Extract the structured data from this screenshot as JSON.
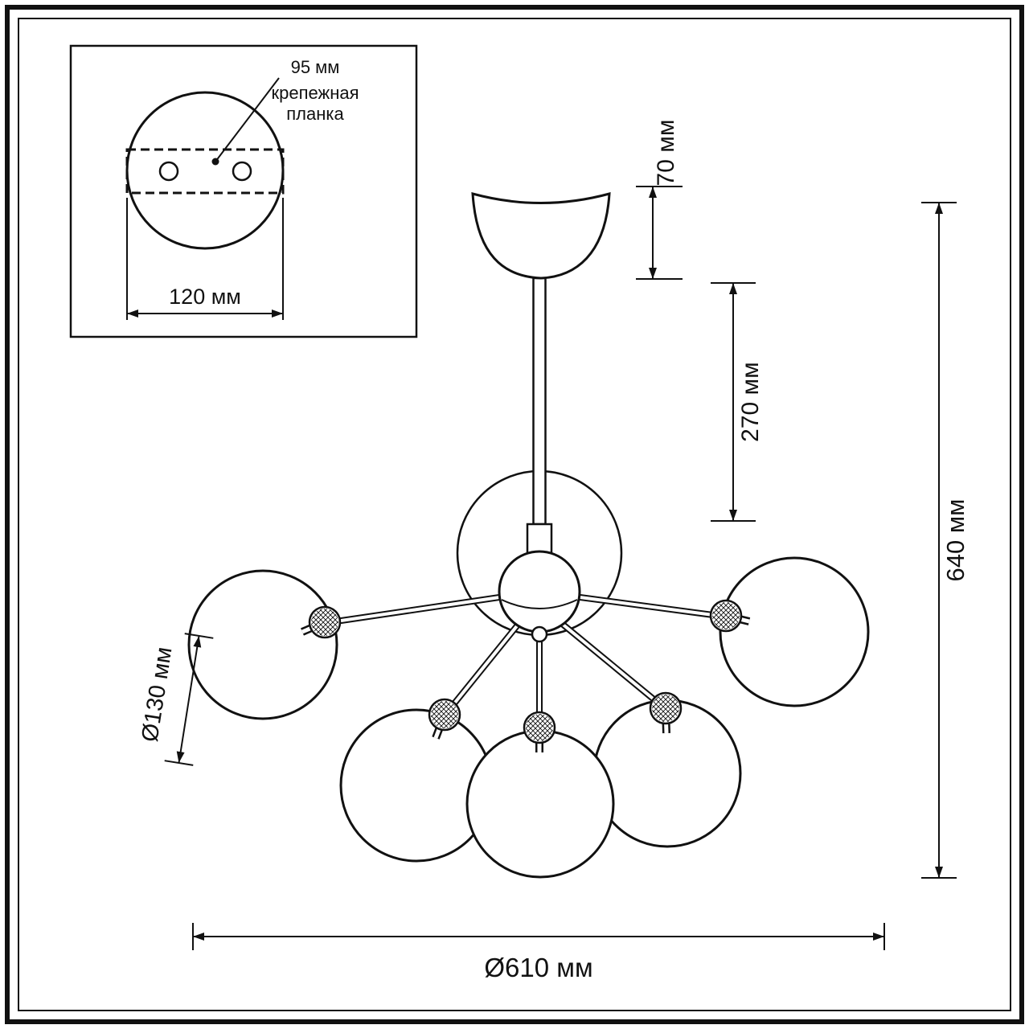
{
  "page": {
    "background_color": "#ffffff",
    "line_color": "#111111",
    "description": "Technical dimension drawing of a 5-shade sputnik chandelier with mounting-plate detail inset"
  },
  "inset_detail": {
    "offset_label": "95 мм",
    "part_label_line1": "крепежная",
    "part_label_line2": "планка",
    "plate_width_label": "120 мм"
  },
  "dimensions": {
    "canopy_height": "70 мм",
    "stem_length": "270 мм",
    "overall_height": "640 мм",
    "shade_diameter": "Ø130 мм",
    "overall_diameter": "Ø610 мм"
  }
}
